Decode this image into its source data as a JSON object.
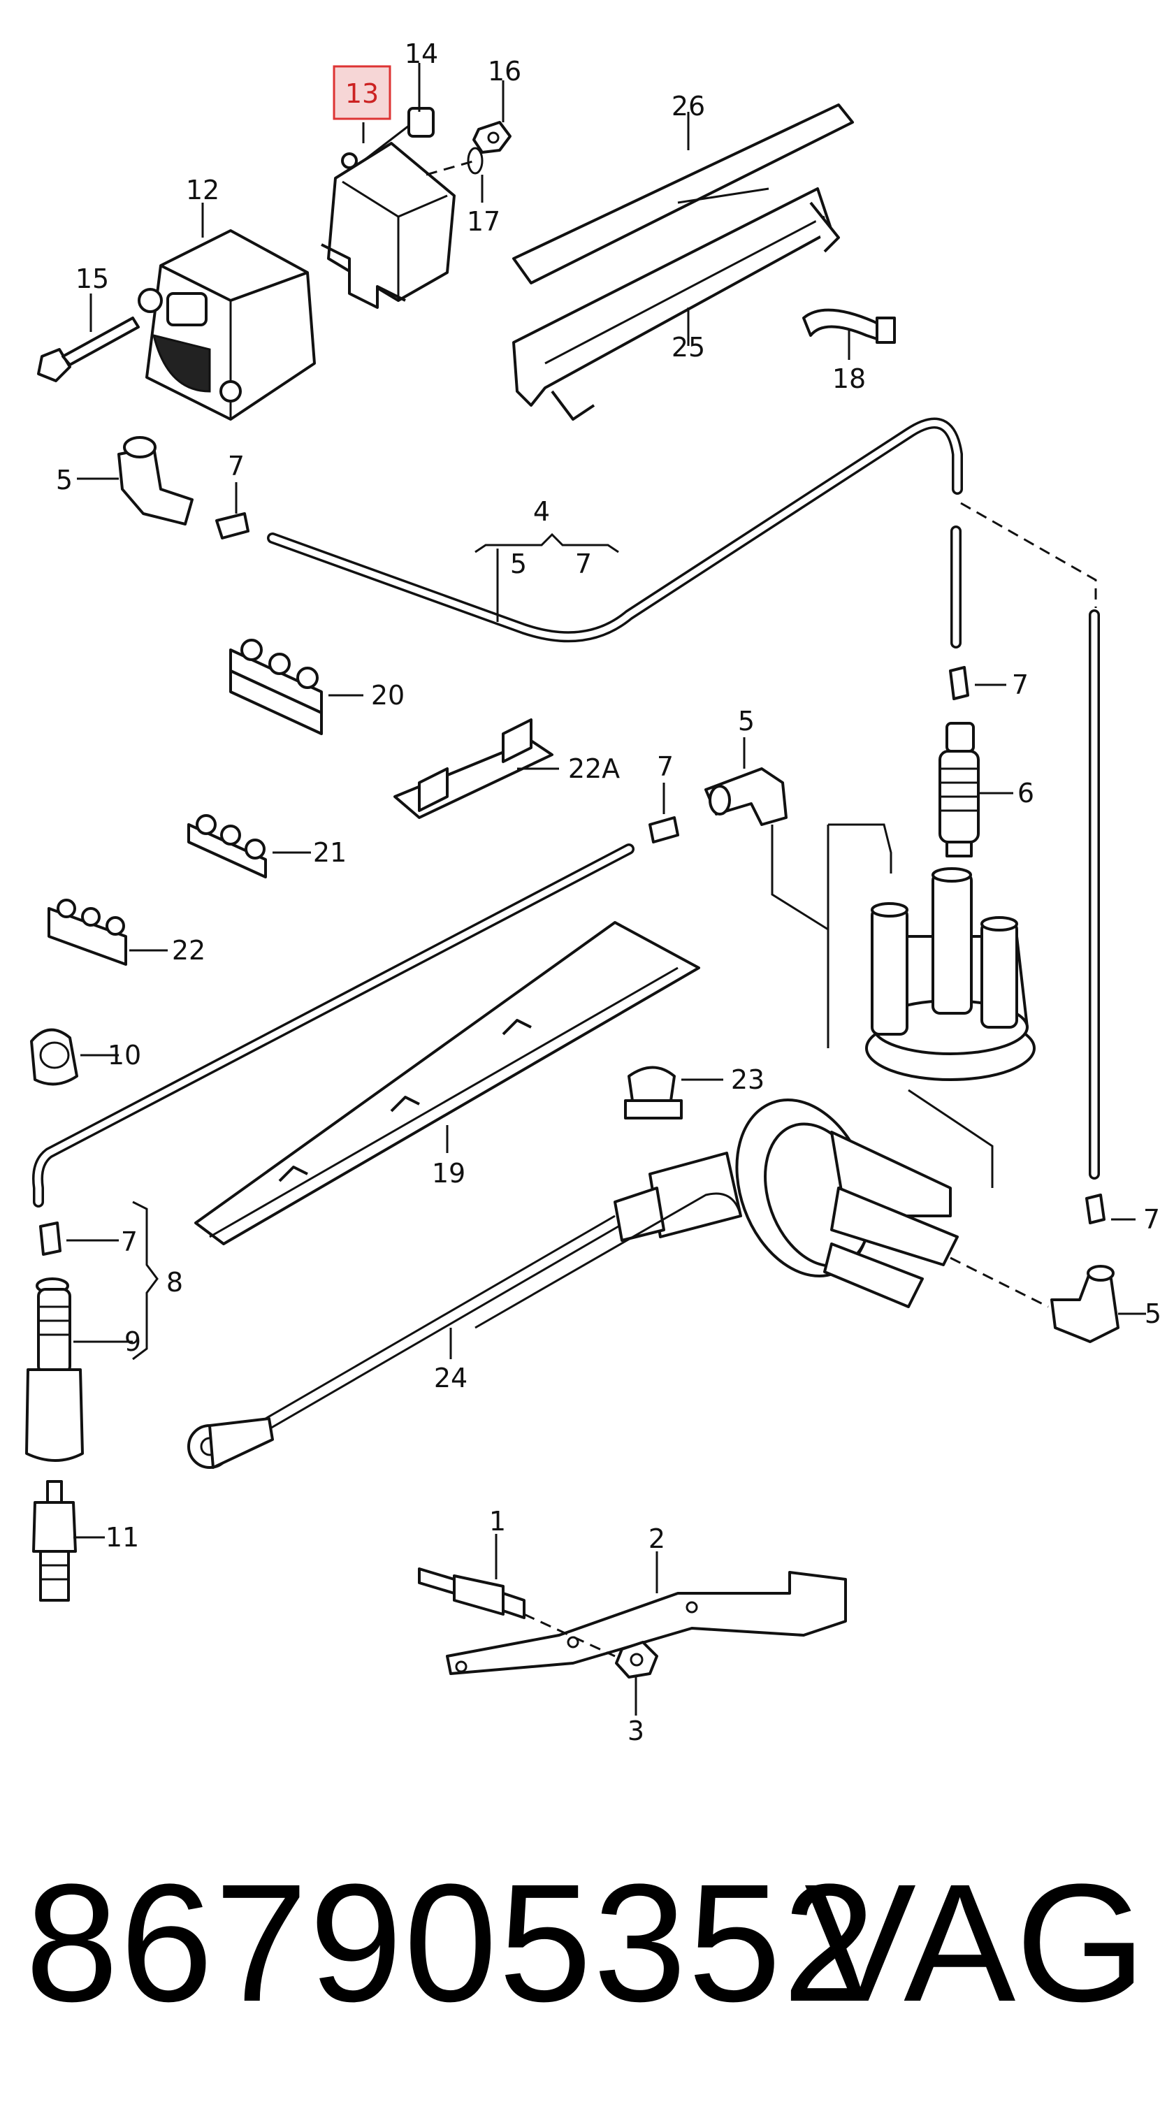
{
  "diagram": {
    "callouts": [
      "1",
      "2",
      "3",
      "4",
      "5",
      "6",
      "7",
      "8",
      "9",
      "10",
      "11",
      "12",
      "13",
      "14",
      "15",
      "16",
      "17",
      "18",
      "19",
      "20",
      "21",
      "22",
      "22A",
      "23",
      "24",
      "25",
      "26"
    ],
    "highlighted_callout": "13",
    "highlight_color": "#d33333"
  },
  "footer": {
    "part_number": "867905352",
    "brand": "VAG"
  }
}
